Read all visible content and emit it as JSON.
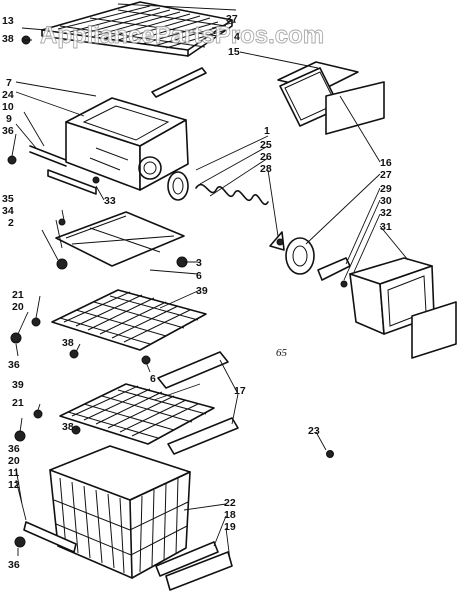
{
  "watermark": "AppliancePartsPros.com",
  "diagram_code": "65",
  "callouts": {
    "c1": "1",
    "c2": "2",
    "c3": "3",
    "c4": "4",
    "c6a": "6",
    "c6b": "6",
    "c7": "7",
    "c9": "9",
    "c10": "10",
    "c11": "11",
    "c12": "12",
    "c13": "13",
    "c15": "15",
    "c16": "16",
    "c17": "17",
    "c18": "18",
    "c19": "19",
    "c20a": "20",
    "c20b": "20",
    "c21a": "21",
    "c21b": "21",
    "c22": "22",
    "c23": "23",
    "c24": "24",
    "c25": "25",
    "c26": "26",
    "c27": "27",
    "c28": "28",
    "c29": "29",
    "c30": "30",
    "c31": "31",
    "c32": "32",
    "c33": "33",
    "c34": "34",
    "c35": "35",
    "c36a": "36",
    "c36b": "36",
    "c36c": "36",
    "c36d": "36",
    "c37": "37",
    "c38a": "38",
    "c38b": "38",
    "c38c": "38",
    "c39a": "39",
    "c39b": "39"
  }
}
